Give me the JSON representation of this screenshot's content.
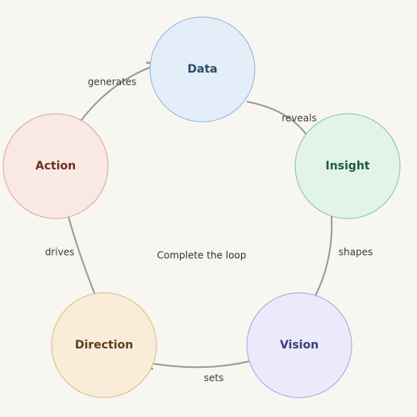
{
  "center_text": "Complete the loop",
  "nodes": [
    {
      "id": "data",
      "label": "Data",
      "fill": "#e4eef9",
      "stroke": "#8fb4d9",
      "text_color": "#2a4a6b"
    },
    {
      "id": "insight",
      "label": "Insight",
      "fill": "#e2f3ea",
      "stroke": "#86c3a0",
      "text_color": "#1f5a45"
    },
    {
      "id": "vision",
      "label": "Vision",
      "fill": "#ebeafa",
      "stroke": "#a8a3e0",
      "text_color": "#3f3a7a"
    },
    {
      "id": "direction",
      "label": "Direction",
      "fill": "#f9ecd8",
      "stroke": "#d9b98a",
      "text_color": "#5a3f1e"
    },
    {
      "id": "action",
      "label": "Action",
      "fill": "#f9e8e3",
      "stroke": "#d8a796",
      "text_color": "#6a3220"
    }
  ],
  "edges": [
    {
      "from": "data",
      "to": "insight",
      "label": "reveals"
    },
    {
      "from": "insight",
      "to": "vision",
      "label": "shapes"
    },
    {
      "from": "vision",
      "to": "direction",
      "label": "sets"
    },
    {
      "from": "direction",
      "to": "action",
      "label": "drives"
    },
    {
      "from": "action",
      "to": "data",
      "label": "generates"
    }
  ],
  "colors": {
    "background": "#f8f6f1",
    "arrow": "#9a9a9a"
  }
}
